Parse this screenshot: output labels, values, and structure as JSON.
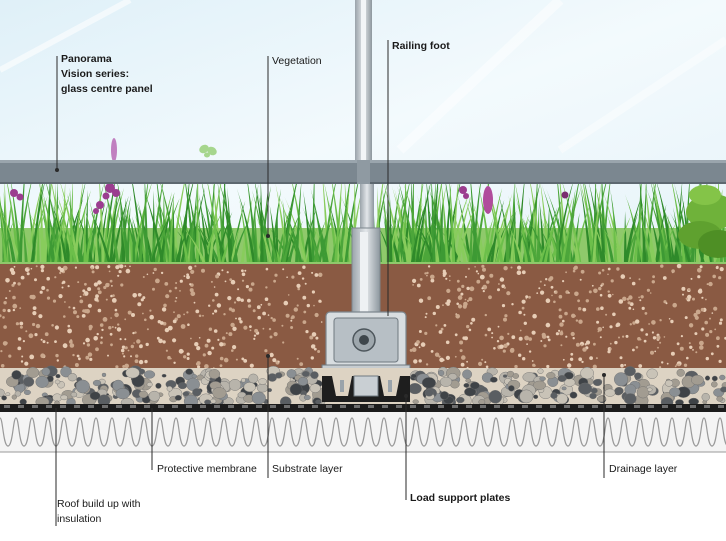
{
  "labels": {
    "glass_panel": [
      "Panorama",
      "Vision series:",
      "glass centre panel"
    ],
    "vegetation": "Vegetation",
    "railing_foot": "Railing foot",
    "protective_membrane": "Protective membrane",
    "substrate_layer": "Substrate layer",
    "load_support_plates": "Load support plates",
    "drainage_layer": "Drainage layer",
    "roof_build_up": [
      "Roof build up with",
      "insulation"
    ]
  },
  "colors": {
    "sky": "#eaf5fb",
    "glass_rail": "#7b8790",
    "grass": "#4ca63a",
    "flower": "#9b3d8f",
    "soil": "#8a5a43",
    "gravel_band": "#ddd3c3",
    "drainage_mat": "#1c1c1c",
    "insulation": "#f4f4f4",
    "metal": "#b9bfc4"
  }
}
